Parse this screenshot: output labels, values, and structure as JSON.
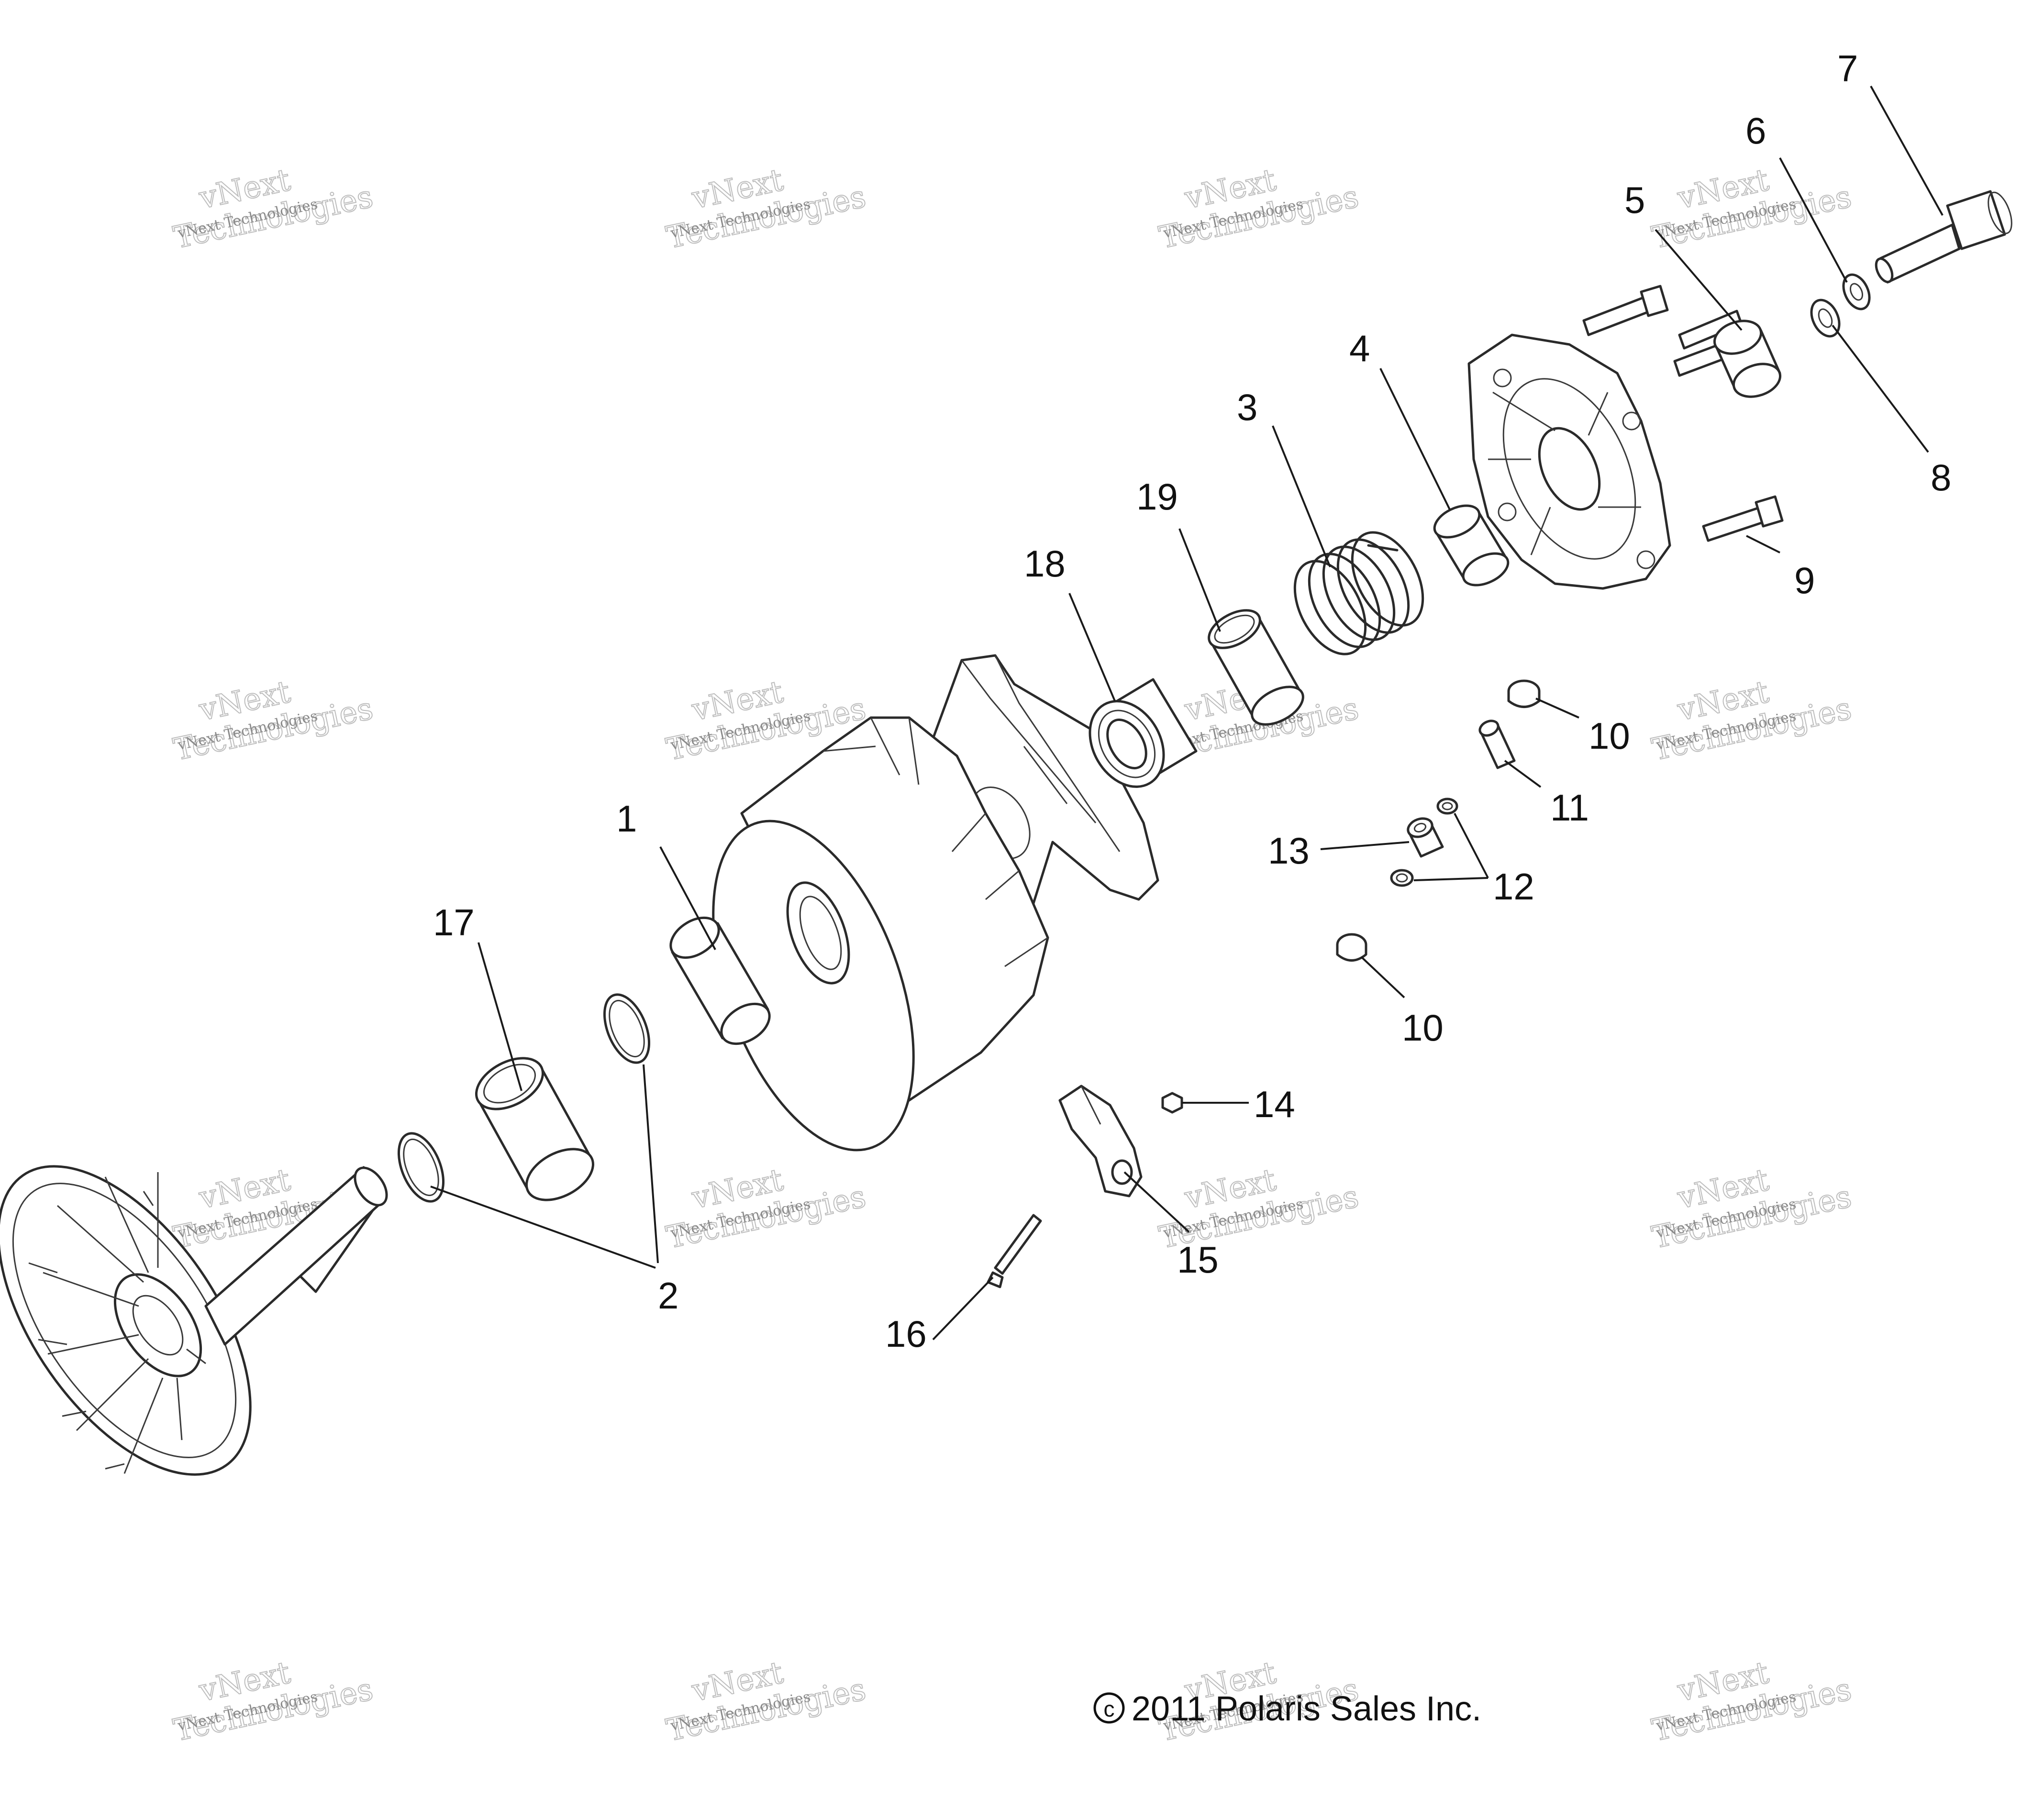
{
  "callouts": [
    {
      "label": "1"
    },
    {
      "label": "2"
    },
    {
      "label": "3"
    },
    {
      "label": "4"
    },
    {
      "label": "5"
    },
    {
      "label": "6"
    },
    {
      "label": "7"
    },
    {
      "label": "8"
    },
    {
      "label": "9"
    },
    {
      "label": "10"
    },
    {
      "label": "10"
    },
    {
      "label": "11"
    },
    {
      "label": "12"
    },
    {
      "label": "13"
    },
    {
      "label": "14"
    },
    {
      "label": "15"
    },
    {
      "label": "16"
    },
    {
      "label": "17"
    },
    {
      "label": "18"
    },
    {
      "label": "19"
    }
  ],
  "copyright": "2011 Polaris Sales Inc.",
  "copyright_symbol": "c",
  "watermark": {
    "line1": "vNext Technologies",
    "line2": "vNext",
    "line3": "Technologies"
  }
}
